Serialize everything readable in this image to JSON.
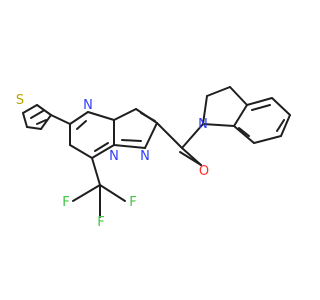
{
  "molecule": {
    "atoms": [
      {
        "label": "S",
        "color": "#b8a300"
      },
      {
        "label": "N",
        "color": "#2f3cff"
      },
      {
        "label": "N",
        "color": "#2f3cff"
      },
      {
        "label": "N",
        "color": "#2f3cff"
      },
      {
        "label": "N",
        "color": "#2f3cff"
      },
      {
        "label": "O",
        "color": "#ff2b2b"
      },
      {
        "label": "F",
        "color": "#43c443"
      },
      {
        "label": "F",
        "color": "#43c443"
      },
      {
        "label": "F",
        "color": "#43c443"
      }
    ]
  }
}
